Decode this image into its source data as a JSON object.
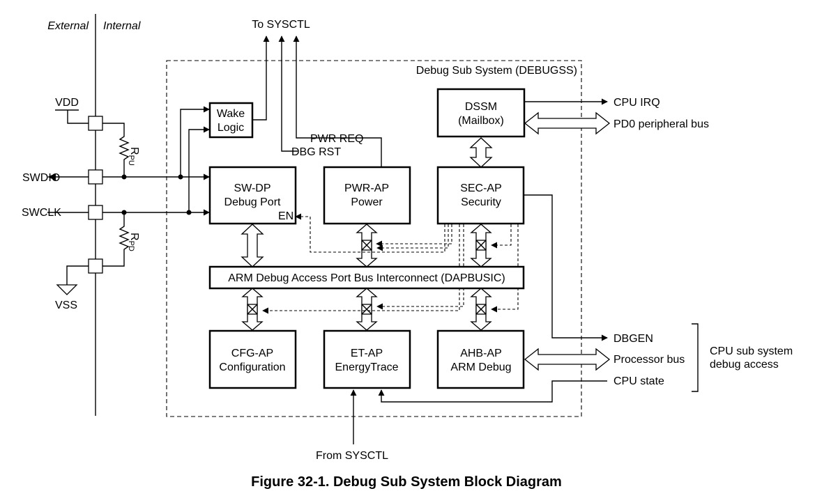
{
  "figure": {
    "caption": "Figure 32-1. Debug Sub System Block Diagram",
    "subsystem_label": "Debug Sub System (DEBUGSS)"
  },
  "boundary": {
    "external": "External",
    "internal": "Internal"
  },
  "pins": {
    "vdd": "VDD",
    "vss": "VSS",
    "swdio": "SWDIO",
    "swclk": "SWCLK",
    "rpu_main": "R",
    "rpu_sub": "PU",
    "rpd_main": "R",
    "rpd_sub": "PD"
  },
  "signals": {
    "to_sysctl": "To SYSCTL",
    "from_sysctl": "From SYSCTL",
    "pwr_req": "PWR REQ",
    "dbg_rst": "DBG RST",
    "en": "EN",
    "cpu_irq": "CPU IRQ",
    "pd0_bus": "PD0 peripheral bus",
    "dbgen": "DBGEN",
    "processor_bus": "Processor bus",
    "cpu_state": "CPU state",
    "cpu_debug_access": [
      "CPU sub system",
      "debug access"
    ]
  },
  "blocks": {
    "wake": [
      "Wake",
      "Logic"
    ],
    "dssm": [
      "DSSM",
      "(Mailbox)"
    ],
    "swdp": [
      "SW-DP",
      "Debug Port"
    ],
    "pwrap": [
      "PWR-AP",
      "Power"
    ],
    "secap": [
      "SEC-AP",
      "Security"
    ],
    "dapbusic": "ARM Debug Access Port Bus Interconnect (DAPBUSIC)",
    "cfgap": [
      "CFG-AP",
      "Configuration"
    ],
    "etap": [
      "ET-AP",
      "EnergyTrace"
    ],
    "ahbap": [
      "AHB-AP",
      "ARM Debug"
    ]
  }
}
